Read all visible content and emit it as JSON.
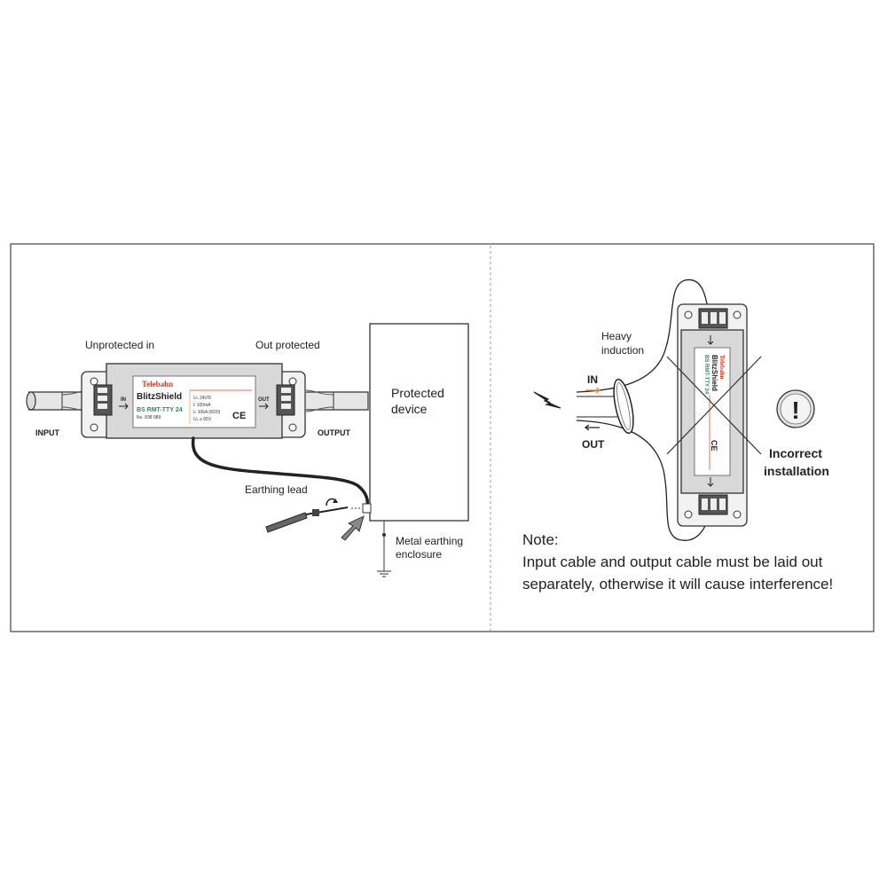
{
  "left_panel": {
    "unprotected_in": "Unprotected in",
    "out_protected": "Out protected",
    "input": "INPUT",
    "output": "OUTPUT",
    "protected_device_line1": "Protected",
    "protected_device_line2": "device",
    "earthing_lead": "Earthing lead",
    "metal_earthing_line1": "Metal earthing",
    "metal_earthing_line2": "enclosure",
    "device": {
      "brand": "Telebahn",
      "product": "BlitzShield",
      "model": "BS RMT-TTY 24",
      "part_no": "No. 838 089",
      "in_label": "IN",
      "out_label": "OUT",
      "spec1": "Uₙ  24V/5",
      "spec2": "Iₗ  100mA",
      "spec3": "Iₙ  10kA (8/20)",
      "spec4": "Uₚ  ≤ 65V",
      "ce": "CE"
    }
  },
  "right_panel": {
    "heavy_line1": "Heavy",
    "heavy_line2": "induction",
    "in_label": "IN",
    "out_label": "OUT",
    "incorrect_line1": "Incorrect",
    "incorrect_line2": "installation",
    "warning_symbol": "!",
    "note_title": "Note:",
    "note_line1": "Input cable and output cable must be laid out",
    "note_line2": "separately, otherwise it will cause interference!"
  },
  "colors": {
    "accent_red": "#d9381e",
    "accent_orange": "#e8862b",
    "model_green": "#2e8b57"
  }
}
